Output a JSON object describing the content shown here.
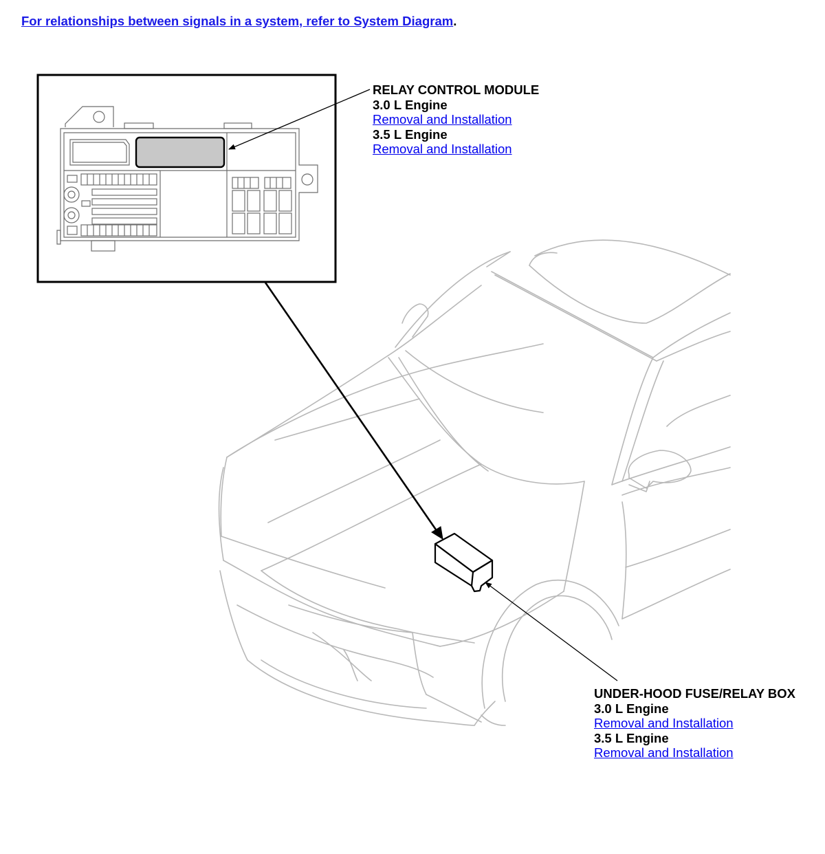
{
  "header": {
    "link_text": "For relationships between signals in a system, refer to System Diagram",
    "trailing": "."
  },
  "callouts": {
    "relay_control_module": {
      "title": "RELAY CONTROL MODULE",
      "items": [
        {
          "engine": "3.0 L Engine",
          "link": "Removal and Installation"
        },
        {
          "engine": "3.5 L Engine",
          "link": "Removal and Installation"
        }
      ]
    },
    "under_hood_box": {
      "title": "UNDER-HOOD FUSE/RELAY BOX",
      "items": [
        {
          "engine": "3.0 L Engine",
          "link": "Removal and Installation"
        },
        {
          "engine": "3.5 L Engine",
          "link": "Removal and Installation"
        }
      ]
    }
  },
  "colors": {
    "link": "#0000ee",
    "line": "#000000",
    "car_line": "#bdbdbd",
    "module_fill": "#c8c8c8"
  }
}
